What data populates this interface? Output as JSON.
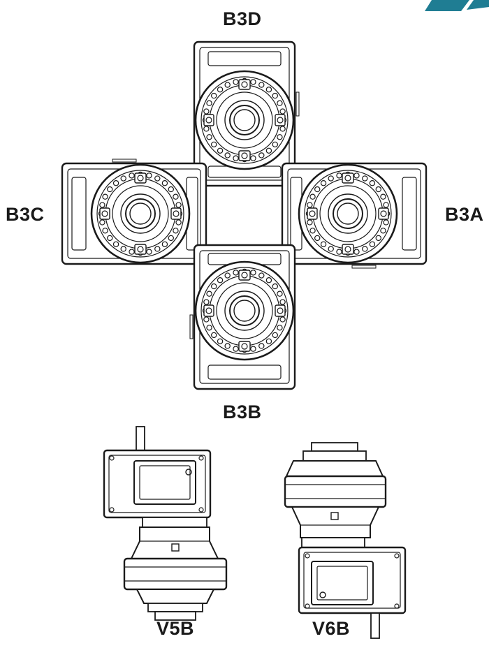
{
  "labels": {
    "b3d": "B3D",
    "b3c": "B3C",
    "b3a": "B3A",
    "b3b": "B3B",
    "v5b": "V5B",
    "v6b": "V6B"
  },
  "colors": {
    "line": "#1a1a1a",
    "logo_accent": "#1f7d93"
  }
}
